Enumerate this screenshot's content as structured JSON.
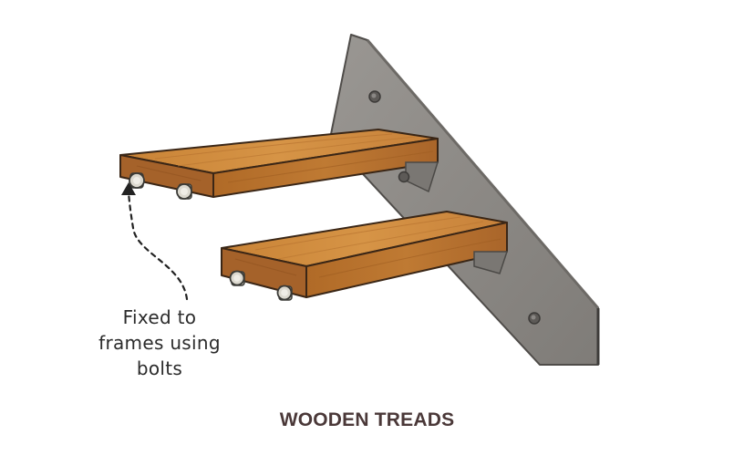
{
  "annotation": {
    "lines": [
      "Fixed to",
      "frames using",
      "bolts"
    ]
  },
  "caption": "WOODEN TREADS",
  "colors": {
    "steel_plate": "#8f8c88",
    "steel_edge": "#5f5c59",
    "wood_top": "#cf8a3d",
    "wood_front": "#b9722c",
    "wood_end": "#a8652a",
    "wood_outline": "#3a2616",
    "bolt": "#d9d6cc",
    "caption": "#4a3838"
  },
  "icons": [
    "bolt-head-icon",
    "dashed-arrow-icon"
  ]
}
